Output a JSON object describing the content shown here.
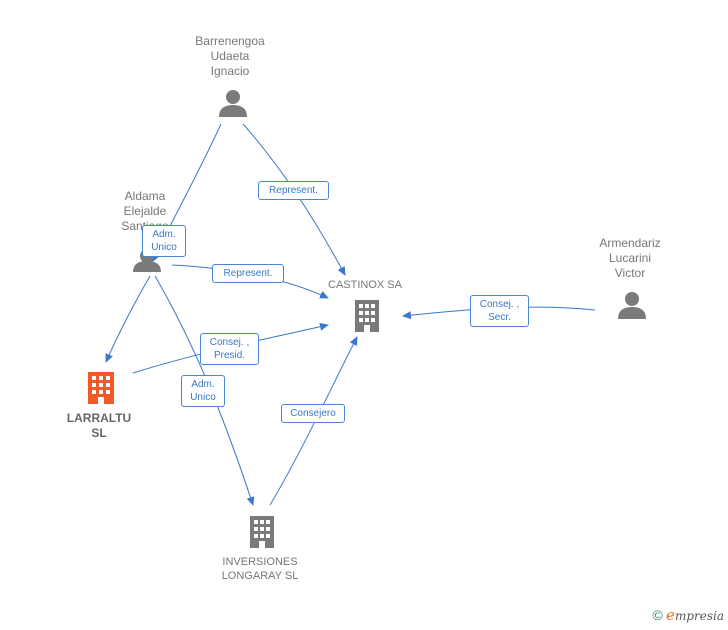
{
  "nodes": {
    "barrenengoa": {
      "label": "Barrenengoa\nUdaeta\nIgnacio",
      "type": "person"
    },
    "aldama": {
      "label": "Aldama\nElejalde\nSantiago",
      "type": "person"
    },
    "armendariz": {
      "label": "Armendariz\nLucarini\nVictor",
      "type": "person"
    },
    "castinox": {
      "label": "CASTINOX SA",
      "type": "company"
    },
    "larraltu": {
      "label": "LARRALTU\nSL",
      "type": "company-focus"
    },
    "inversiones": {
      "label": "INVERSIONES\nLONGARAY  SL",
      "type": "company"
    }
  },
  "edges": {
    "barrenengoa_castinox": {
      "label": "Represent."
    },
    "aldama_castinox": {
      "label": "Represent."
    },
    "barrenengoa_aldama": {
      "label": "Adm.\nUnico"
    },
    "aldama_inversiones": {
      "label": "Adm.\nUnico"
    },
    "larraltu_castinox": {
      "label": "Consej. ,\nPresid."
    },
    "armendariz_castinox": {
      "label": "Consej. ,\nSecr."
    },
    "inversiones_castinox": {
      "label": "Consejero"
    }
  },
  "colors": {
    "edge": "#3a78c8",
    "node_gray": "#7a7a7a",
    "focus_orange": "#f05a28"
  },
  "watermark": {
    "copyright": "©",
    "brand_initial": "e",
    "brand_rest": "mpresia"
  }
}
